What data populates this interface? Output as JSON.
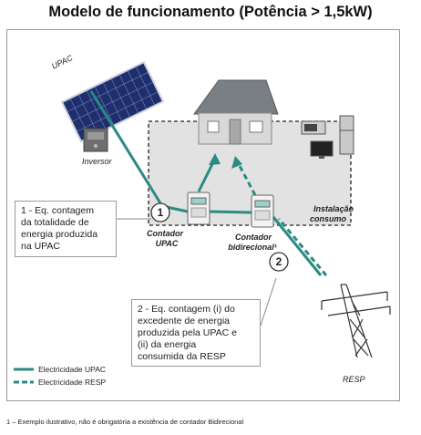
{
  "title": "Modelo de funcionamento (Potência > 1,5kW)",
  "labels": {
    "upac": "UPAC",
    "inversor": "Inversor",
    "contador_upac_line1": "Contador",
    "contador_upac_line2": "UPAC",
    "contador_bi_line1": "Contador",
    "contador_bi_line2": "bidirecional¹",
    "instalacao_line1": "Instalação",
    "instalacao_line2": "consumo",
    "resp": "RESP"
  },
  "markers": {
    "m1": "1",
    "m2": "2"
  },
  "notes": {
    "note1": [
      "1 - Eq. contagem",
      "da totalidade de",
      "energia produzida",
      "na UPAC"
    ],
    "note2": [
      "2 - Eq. contagem (i) do",
      "excedente de energia",
      "produzida pela UPAC e",
      "(ii) da energia",
      "consumida da RESP"
    ]
  },
  "legend": {
    "solid": "Electricidade UPAC",
    "dashed": "Electricidade RESP"
  },
  "colors": {
    "teal": "#2a8a84"
  },
  "footnote": "1 – Exemplo ilustrativo, não é obrigatória a existência de contador Bidirecional"
}
